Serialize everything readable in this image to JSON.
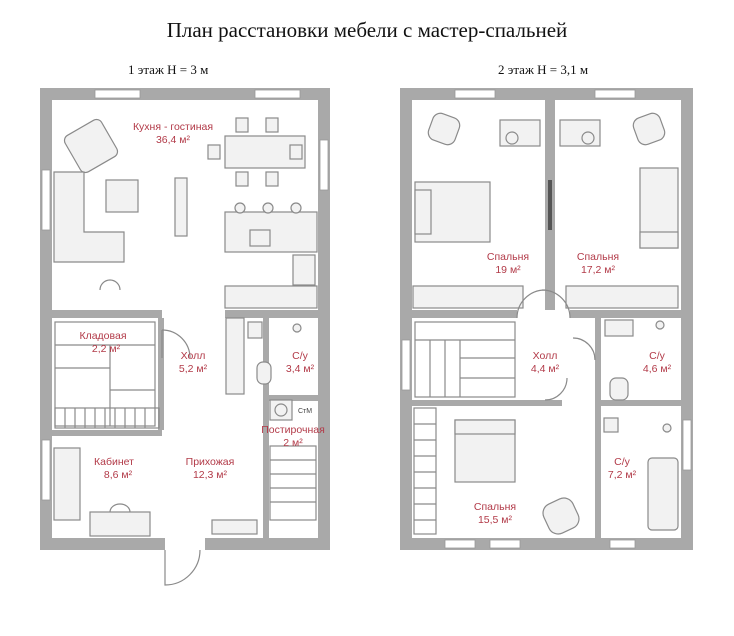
{
  "title": "План расстановки мебели с мастер-спальней",
  "floor1": {
    "label": "1 этаж   H = 3 м",
    "rooms": [
      {
        "name": "Кухня - гостиная",
        "area": "36,4 м²"
      },
      {
        "name": "Кладовая",
        "area": "2,2 м²"
      },
      {
        "name": "Холл",
        "area": "5,2 м²"
      },
      {
        "name": "С/у",
        "area": "3,4 м²"
      },
      {
        "name": "Постирочная",
        "area": "2 м²"
      },
      {
        "name": "Кабинет",
        "area": "8,6 м²"
      },
      {
        "name": "Прихожая",
        "area": "12,3 м²"
      }
    ],
    "appliance_label": "СтМ"
  },
  "floor2": {
    "label": "2 этаж   H = 3,1 м",
    "rooms": [
      {
        "name": "Спальня",
        "area": "19 м²"
      },
      {
        "name": "Спальня",
        "area": "17,2 м²"
      },
      {
        "name": "Холл",
        "area": "4,4 м²"
      },
      {
        "name": "С/у",
        "area": "4,6 м²"
      },
      {
        "name": "С/у",
        "area": "7,2 м²"
      },
      {
        "name": "Спальня",
        "area": "15,5 м²"
      }
    ]
  }
}
